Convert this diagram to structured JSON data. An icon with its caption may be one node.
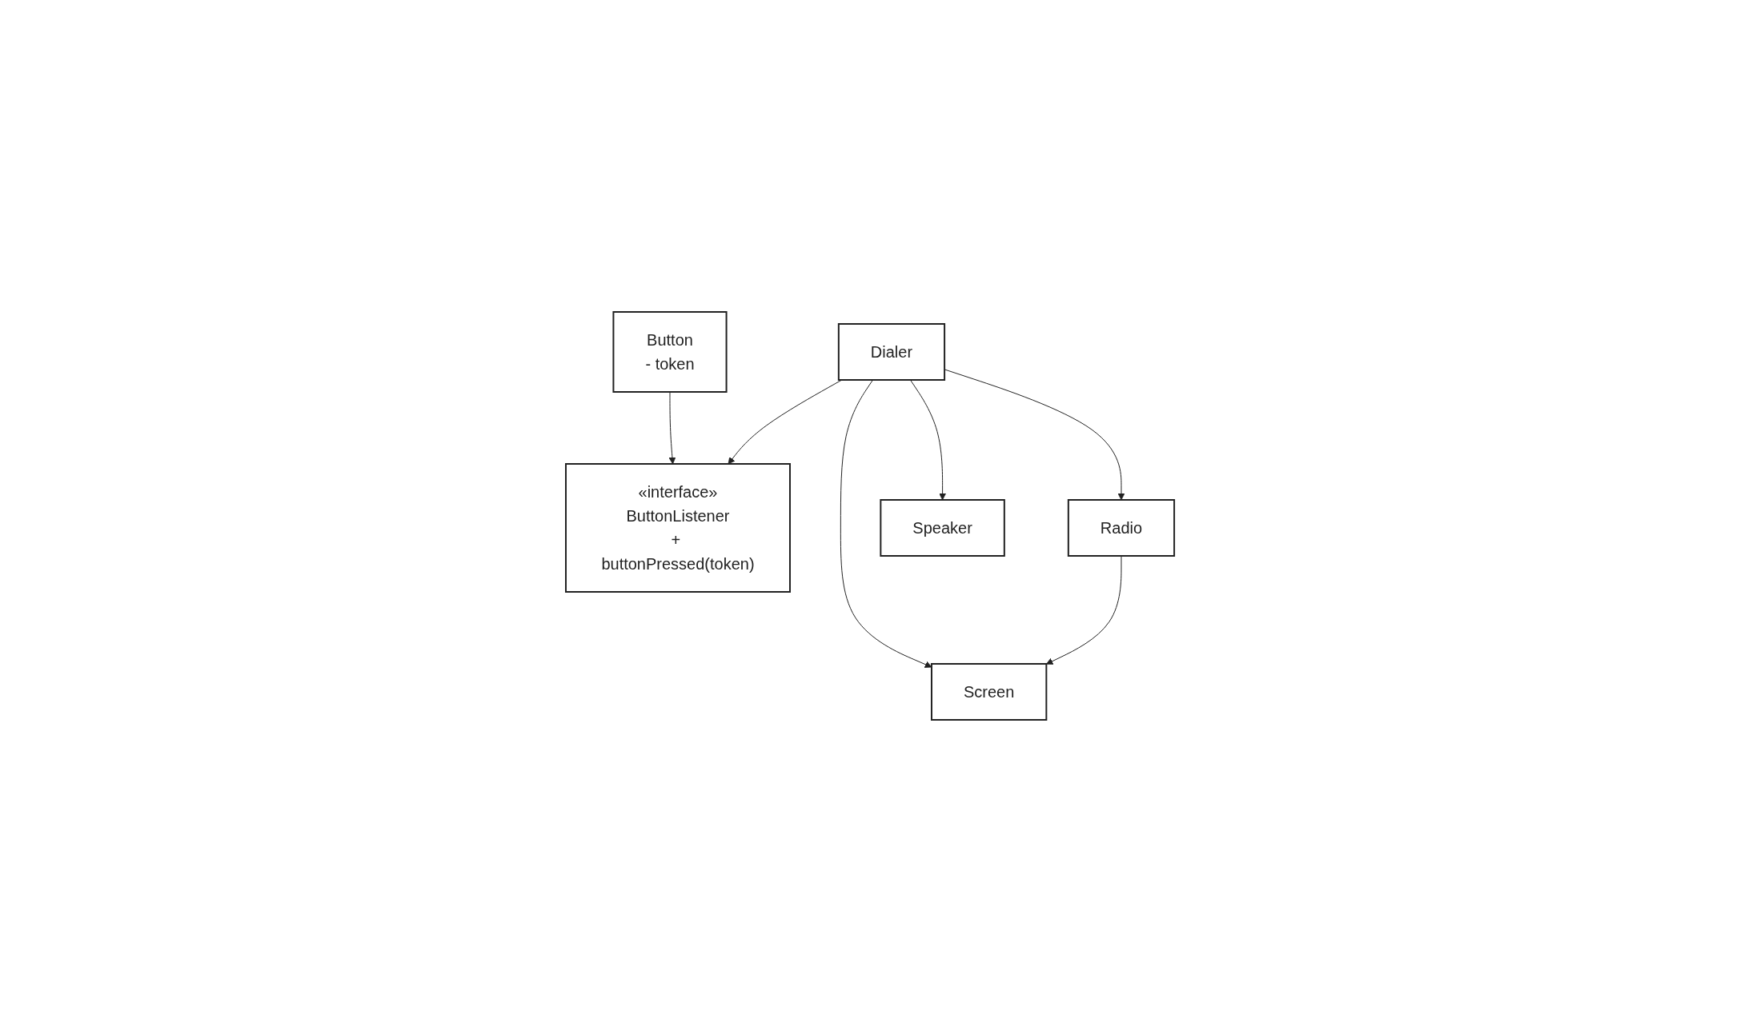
{
  "diagram": {
    "nodes": [
      {
        "text": [
          "Button",
          "- token"
        ]
      },
      {
        "text": [
          "«interface»",
          "ButtonListener",
          "+ buttonPressed(token)"
        ]
      },
      {
        "text": [
          "Dialer"
        ]
      },
      {
        "text": [
          "Radio"
        ]
      },
      {
        "text": [
          "Speaker"
        ]
      },
      {
        "text": [
          "Screen"
        ]
      }
    ],
    "edges": [
      {
        "from": 0,
        "to": 1,
        "arrow": "to"
      },
      {
        "from": 2,
        "to": 1,
        "arrow": "to"
      },
      {
        "from": 2,
        "to": 3,
        "arrow": "to"
      },
      {
        "from": 2,
        "to": 4,
        "arrow": "to"
      },
      {
        "from": 2,
        "to": 5,
        "arrow": "to"
      },
      {
        "from": 3,
        "to": 5,
        "arrow": "to"
      }
    ]
  }
}
